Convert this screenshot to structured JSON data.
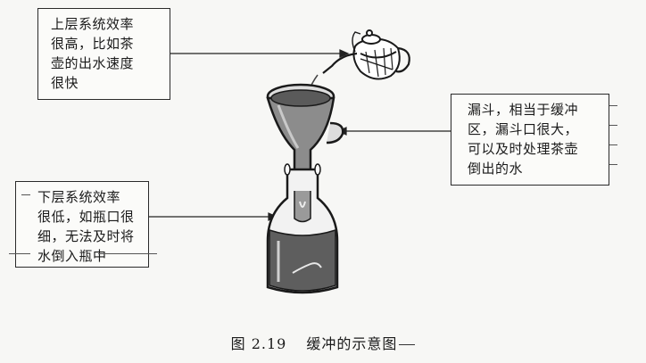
{
  "notes": {
    "top": {
      "lines": [
        "上层系统效率",
        "很高，比如茶",
        "壶的出水速度",
        "很快"
      ]
    },
    "right": {
      "lines": [
        "漏斗，相当于缓冲",
        "区，漏斗口很大，",
        "可以及时处理茶壶",
        "倒出的水"
      ]
    },
    "left": {
      "lines": [
        "下层系统效率",
        "很低，如瓶口很",
        "细，无法及时将",
        "水倒入瓶中"
      ]
    }
  },
  "caption": {
    "number": "图 2.19",
    "title": "缓冲的示意图"
  }
}
